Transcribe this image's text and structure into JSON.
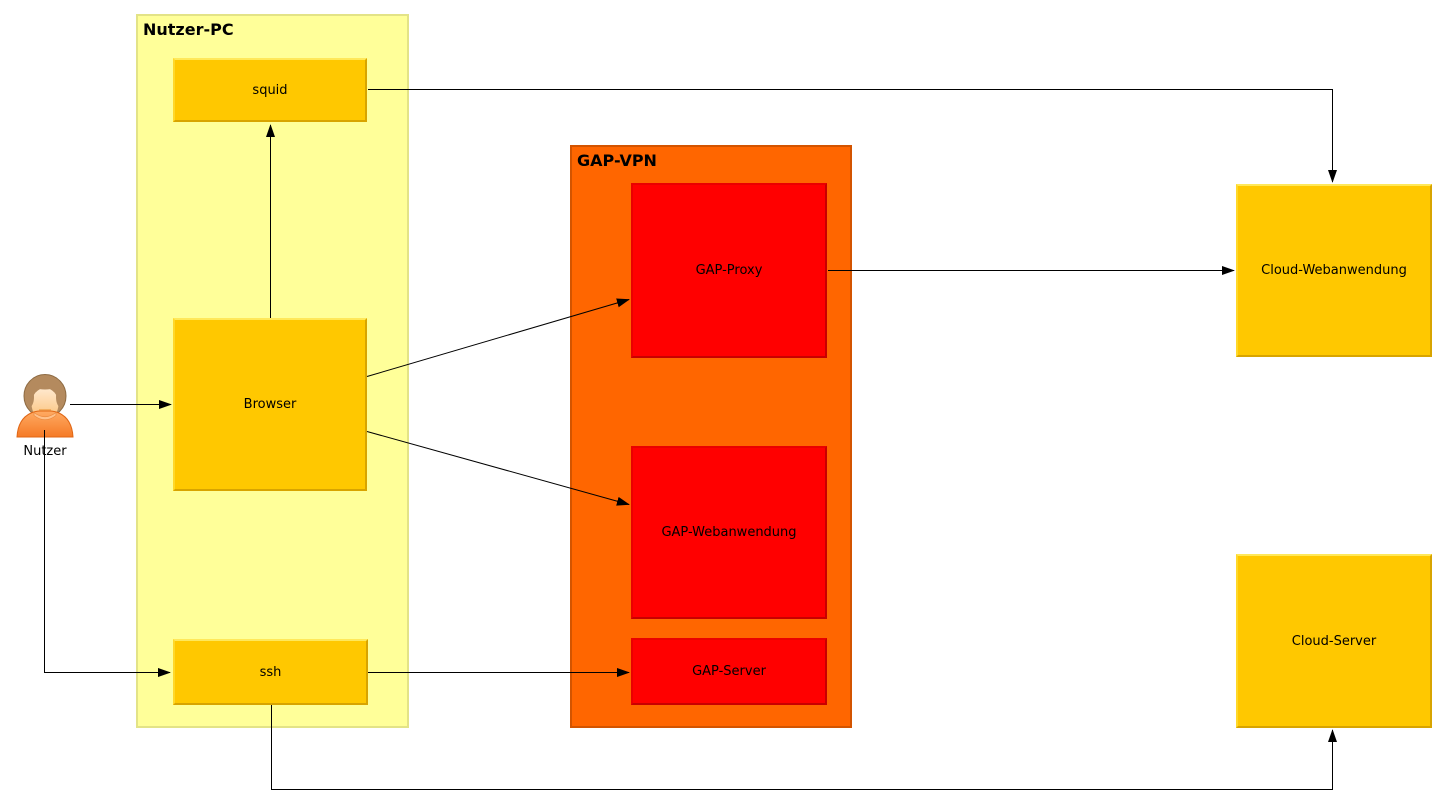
{
  "diagram": {
    "background": "#ffffff",
    "containers": {
      "nutzer_pc": {
        "title": "Nutzer-PC",
        "fill": "#ffff99",
        "border": "#e3e387"
      },
      "gap_vpn": {
        "title": "GAP-VPN",
        "fill": "#ff6600",
        "border": "#d35400"
      }
    },
    "nodes": {
      "squid": {
        "label": "squid",
        "color": "#ffc800"
      },
      "browser": {
        "label": "Browser",
        "color": "#ffc800"
      },
      "ssh": {
        "label": "ssh",
        "color": "#ffc800"
      },
      "gap_proxy": {
        "label": "GAP-Proxy",
        "color": "#ff0000"
      },
      "gap_webanwendung": {
        "label": "GAP-Webanwendung",
        "color": "#ff0000"
      },
      "gap_server": {
        "label": "GAP-Server",
        "color": "#ff0000"
      },
      "cloud_webanwendung": {
        "label": "Cloud-Webanwendung",
        "color": "#ffc800"
      },
      "cloud_server": {
        "label": "Cloud-Server",
        "color": "#ffc800"
      }
    },
    "actor": {
      "label": "Nutzer"
    },
    "arrow_color": "#000000",
    "edges": [
      {
        "from": "nutzer",
        "to": "browser"
      },
      {
        "from": "nutzer",
        "to": "ssh"
      },
      {
        "from": "browser",
        "to": "squid"
      },
      {
        "from": "browser",
        "to": "gap_proxy"
      },
      {
        "from": "browser",
        "to": "gap_webanwendung"
      },
      {
        "from": "ssh",
        "to": "gap_server"
      },
      {
        "from": "squid",
        "to": "cloud_webanwendung"
      },
      {
        "from": "gap_proxy",
        "to": "cloud_webanwendung"
      },
      {
        "from": "ssh",
        "to": "cloud_server"
      }
    ]
  }
}
